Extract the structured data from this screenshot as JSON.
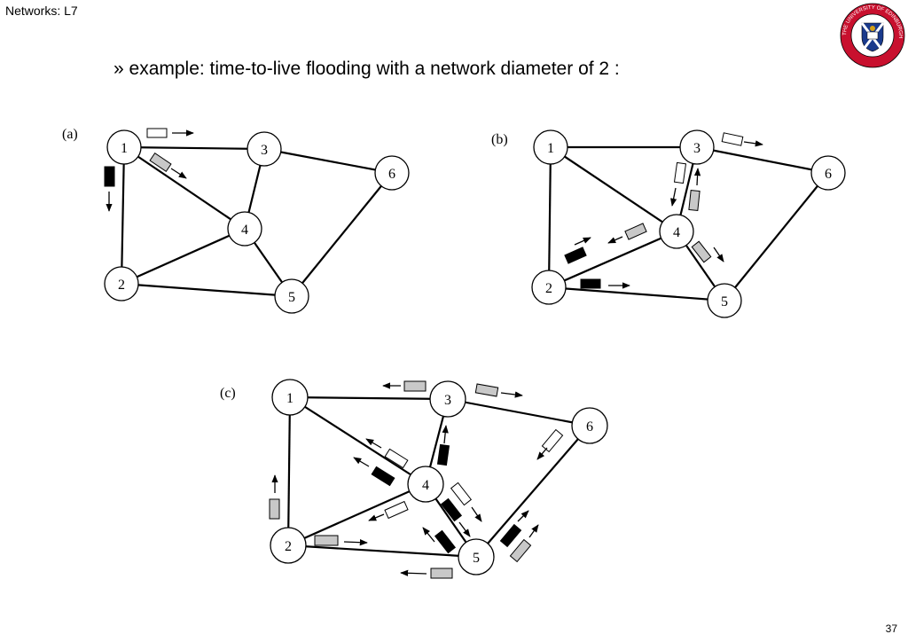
{
  "header": {
    "title": "Networks: L7",
    "page_number": "37"
  },
  "slide": {
    "subtitle": "» example: time-to-live flooding with a network diameter of 2 :"
  },
  "logo": {
    "name": "university-of-edinburgh-crest-icon",
    "ring_text": "THE UNIVERSITY OF EDINBURGH",
    "ring_color": "#c8102e",
    "shield_color": "#1a3a8c"
  },
  "colors": {
    "packet_white": "#ffffff",
    "packet_gray": "#c8c8c8",
    "packet_black": "#000000",
    "stroke": "#000000"
  },
  "panels": [
    {
      "label": "(a)",
      "nodes": [
        "1",
        "2",
        "3",
        "4",
        "5",
        "6"
      ]
    },
    {
      "label": "(b)",
      "nodes": [
        "1",
        "2",
        "3",
        "4",
        "5",
        "6"
      ]
    },
    {
      "label": "(c)",
      "nodes": [
        "1",
        "2",
        "3",
        "4",
        "5",
        "6"
      ]
    }
  ]
}
